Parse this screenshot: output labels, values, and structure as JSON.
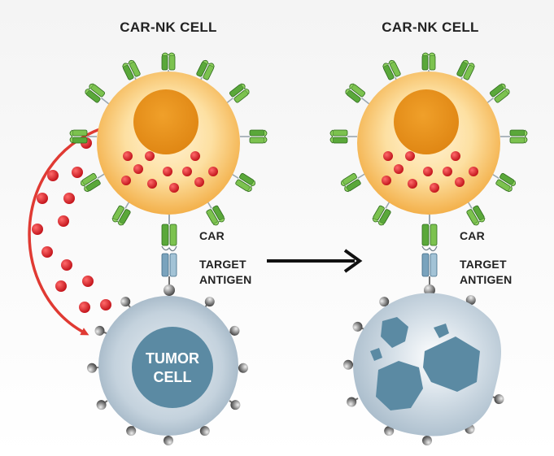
{
  "left_panel": {
    "title": "CAR-NK CELL",
    "car_label": "CAR",
    "antigen_label_1": "TARGET",
    "antigen_label_2": "ANTIGEN",
    "tumor_label_1": "TUMOR",
    "tumor_label_2": "CELL"
  },
  "right_panel": {
    "title": "CAR-NK CELL",
    "car_label": "CAR",
    "antigen_label_1": "TARGET",
    "antigen_label_2": "ANTIGEN"
  },
  "colors": {
    "nk_cell_outer": "#fbd598",
    "nucleus": "#e8901a",
    "granule": "#d9272e",
    "car_green": "#5aa83a",
    "antigen_blue": "#7aa3bd",
    "tumor_body": "#c6d3de",
    "tumor_nucleus": "#5b8aa3",
    "arc_arrow": "#e03a33",
    "transition_arrow": "#111111"
  },
  "icons": [
    "car-receptor-icon",
    "target-antigen-icon",
    "granule-icon",
    "transition-arrow-icon",
    "release-arc-arrow-icon"
  ]
}
